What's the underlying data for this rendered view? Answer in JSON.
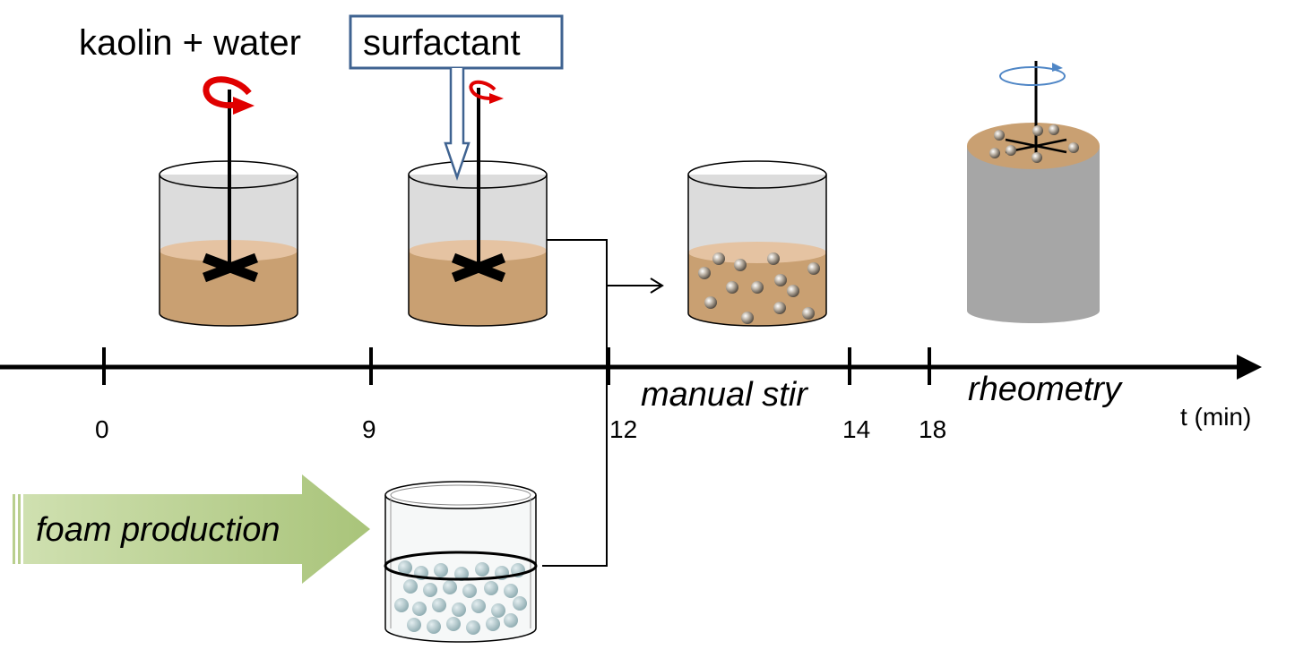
{
  "labels": {
    "kaolin_water": "kaolin + water",
    "surfactant": "surfactant",
    "manual_stir": "manual stir",
    "rheometry": "rheometry",
    "foam_production": "foam production",
    "unit": "t (min)"
  },
  "ticks": [
    "0",
    "9",
    "12",
    "14",
    "18"
  ],
  "colors": {
    "slurry": "#c9a072",
    "slurry_top": "#e5c3a2",
    "container_fill": "#dcdcdc",
    "stir_arrow": "#e00000",
    "rheo_arrow": "#4f86c6",
    "surfactant_box": "#3f6391",
    "foam_arrow": "#b9cf8e",
    "rheometer_body": "#a6a6a6",
    "bubble": "#a9c0c4"
  },
  "icons": [
    "stirrer-icon",
    "rotation-arrow-icon",
    "bubble-icon",
    "timeline-arrow-icon"
  ]
}
